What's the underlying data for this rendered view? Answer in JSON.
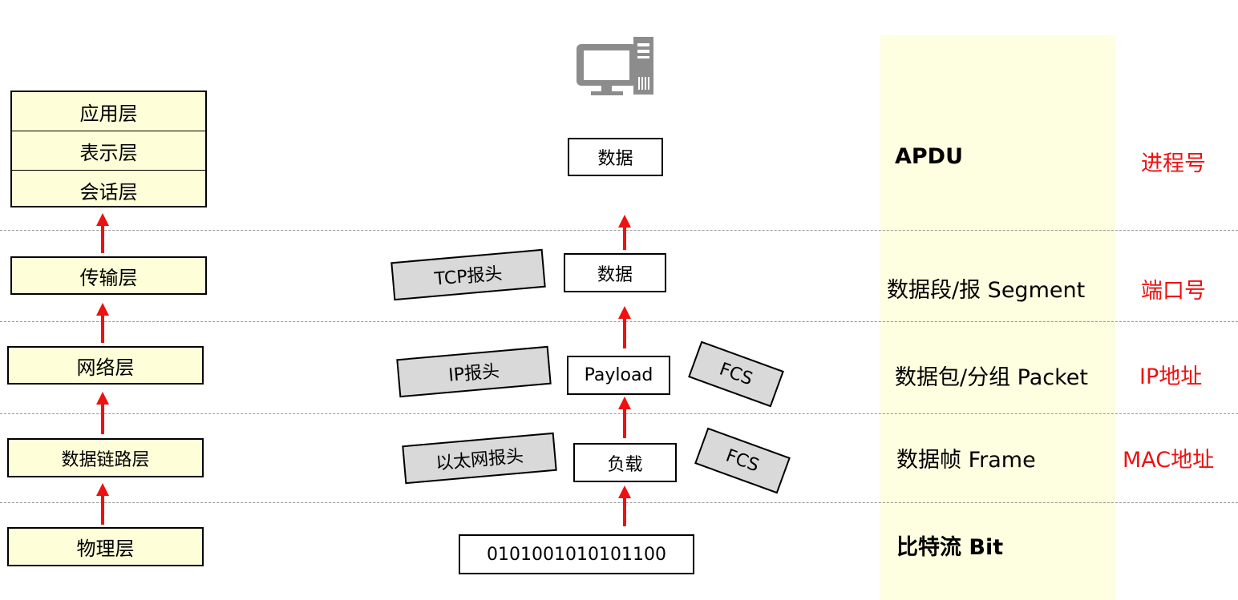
{
  "osi_layers": {
    "upper": [
      "应用层",
      "表示层",
      "会话层"
    ],
    "transport": "传输层",
    "network": "网络层",
    "datalink": "数据链路层",
    "physical": "物理层"
  },
  "encapsulation": {
    "application_data": "数据",
    "transport_header": "TCP报头",
    "transport_data": "数据",
    "network_header": "IP报头",
    "network_payload": "Payload",
    "network_trailer": "FCS",
    "datalink_header": "以太网报头",
    "datalink_payload": "负载",
    "datalink_trailer": "FCS",
    "bits": "0101001010101100"
  },
  "pdu_names": {
    "application": "APDU",
    "transport": "数据段/报 Segment",
    "network": "数据包/分组 Packet",
    "datalink": "数据帧 Frame",
    "physical": "比特流 Bit"
  },
  "addressing": {
    "application": "进程号",
    "transport": "端口号",
    "network": "IP地址",
    "datalink": "MAC地址"
  },
  "icons": [
    "computer-icon"
  ],
  "colors": {
    "layer_fill": "#fefed8",
    "band_fill": "#fefee0",
    "header_fill": "#d9d9d9",
    "arrow": "#ee1111",
    "address_text": "#ee1111",
    "divider": "#9a9a9a"
  }
}
